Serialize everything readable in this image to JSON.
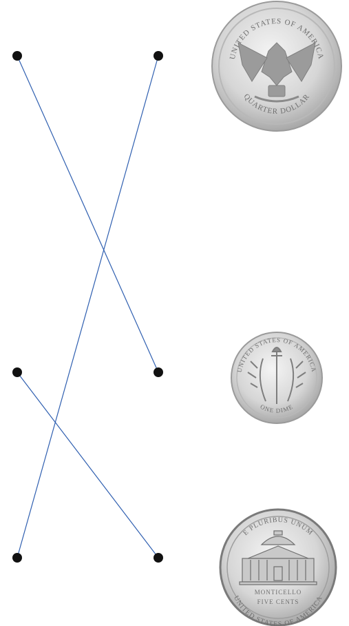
{
  "diagram": {
    "type": "matching-lines",
    "line_color": "#2f5fb0",
    "dot_color": "#111111",
    "left_dots": [
      "left-dot-1",
      "left-dot-2",
      "left-dot-3"
    ],
    "right_dots": [
      "right-dot-1",
      "right-dot-2",
      "right-dot-3"
    ],
    "connections": [
      {
        "from": "left-dot-1",
        "to": "right-dot-2"
      },
      {
        "from": "right-dot-1",
        "to": "left-dot-3"
      },
      {
        "from": "left-dot-2",
        "to": "right-dot-3"
      }
    ]
  },
  "coins": [
    {
      "name": "quarter",
      "top_text": "UNITED STATES OF AMERICA",
      "value_text": "QUARTER DOLLAR"
    },
    {
      "name": "dime",
      "top_text": "UNITED STATES OF AMERICA",
      "value_text": "ONE DIME"
    },
    {
      "name": "nickel",
      "top_text": "E PLURIBUS UNUM",
      "building_text": "MONTICELLO",
      "value_text": "FIVE CENTS",
      "bottom_text": "UNITED STATES OF AMERICA"
    }
  ]
}
